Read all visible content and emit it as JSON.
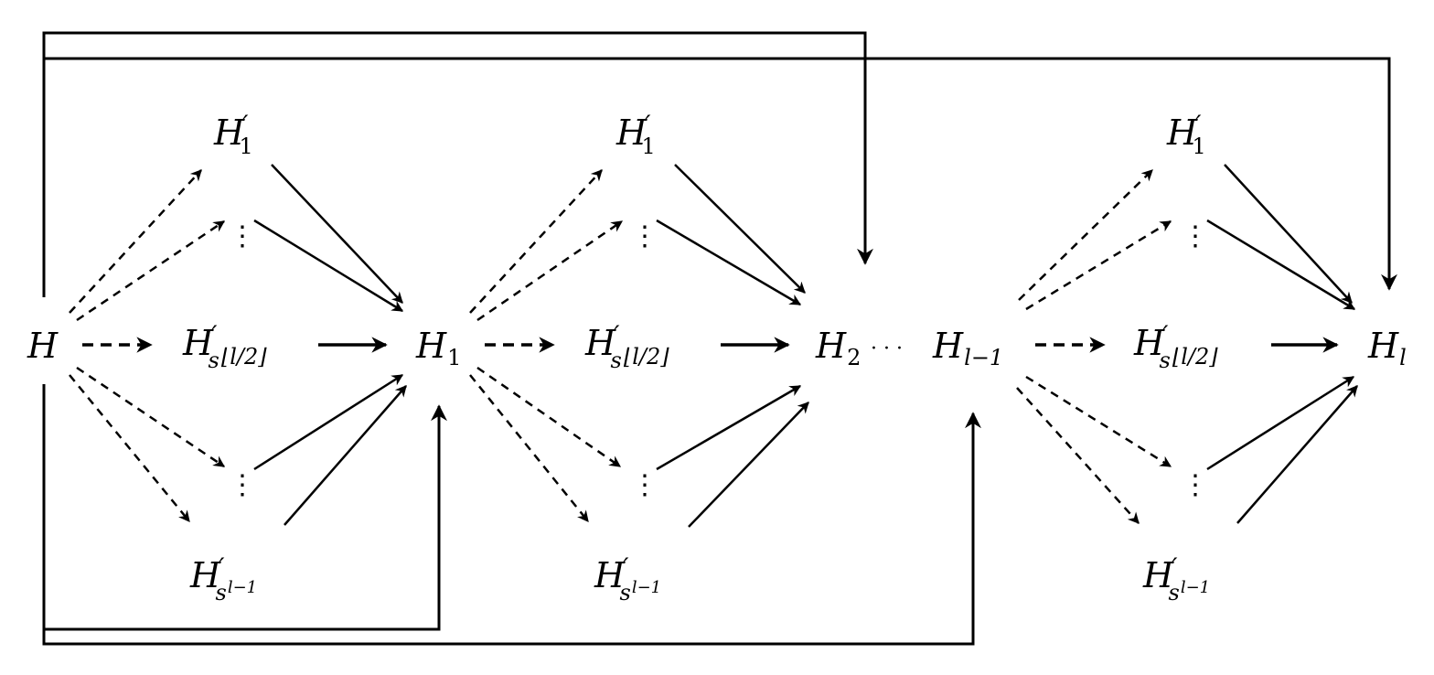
{
  "nodes": {
    "h": {
      "base": "H",
      "prime": "",
      "sub": ""
    },
    "h1": {
      "base": "H",
      "prime": "",
      "sub": "1"
    },
    "h2": {
      "base": "H",
      "prime": "",
      "sub": "2"
    },
    "hlm1": {
      "base": "H",
      "prime": "",
      "sub": "l−1"
    },
    "hl": {
      "base": "H",
      "prime": "",
      "sub": "l"
    },
    "ellipsis": "· · ·",
    "g1_top": {
      "base": "H",
      "prime": "′",
      "sub": "1"
    },
    "g1_mid": {
      "base": "H",
      "prime": "′",
      "sub": "s",
      "sub_extra": "⌊l/2⌋"
    },
    "g1_bot": {
      "base": "H",
      "prime": "′",
      "sub": "s",
      "sup": "l−1"
    },
    "g2_top": {
      "base": "H",
      "prime": "′",
      "sub": "1"
    },
    "g2_mid": {
      "base": "H",
      "prime": "′",
      "sub": "s",
      "sub_extra": "⌊l/2⌋"
    },
    "g2_bot": {
      "base": "H",
      "prime": "′",
      "sub": "s",
      "sup": "l−1"
    },
    "g3_top": {
      "base": "H",
      "prime": "′",
      "sub": "1"
    },
    "g3_mid": {
      "base": "H",
      "prime": "′",
      "sub": "s",
      "sub_extra": "⌊l/2⌋"
    },
    "g3_bot": {
      "base": "H",
      "prime": "′",
      "sub": "s",
      "sup": "l−1"
    }
  },
  "vdots": "⋮"
}
